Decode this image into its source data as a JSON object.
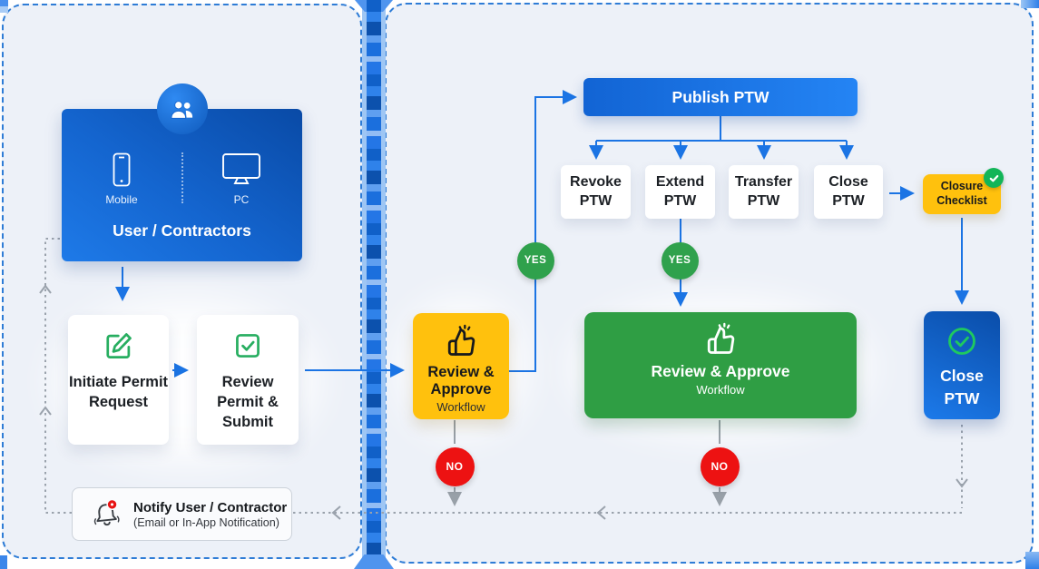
{
  "left_panel": {
    "user_box": {
      "title": "User / Contractors",
      "mobile_label": "Mobile",
      "pc_label": "PC"
    },
    "cards": [
      {
        "label": "Initiate Permit Request"
      },
      {
        "label": "Review Permit & Submit"
      }
    ],
    "notify": {
      "title": "Notify User / Contractor",
      "subtitle": "(Email or In-App Notification)"
    }
  },
  "workflow_yellow": {
    "title": "Review & Approve",
    "subtitle": "Workflow"
  },
  "right_panel": {
    "publish_label": "Publish PTW",
    "actions": [
      "Revoke PTW",
      "Extend PTW",
      "Transfer PTW",
      "Close PTW"
    ],
    "closure_checklist": "Closure Checklist",
    "review_approve": {
      "title": "Review & Approve",
      "subtitle": "Workflow"
    },
    "close_ptw_label": "Close PTW"
  },
  "decisions": {
    "yes": "YES",
    "no": "NO"
  },
  "palette": {
    "blue_accent": "#1b74e4",
    "dark_blue": "#0b50ae",
    "yellow": "#ffc10d",
    "green": "#2f9e44",
    "red": "#ed1212",
    "gray_line": "#9aa2ac",
    "panel_bg": "#edf1f8",
    "panel_border": "#2e7cd6"
  }
}
